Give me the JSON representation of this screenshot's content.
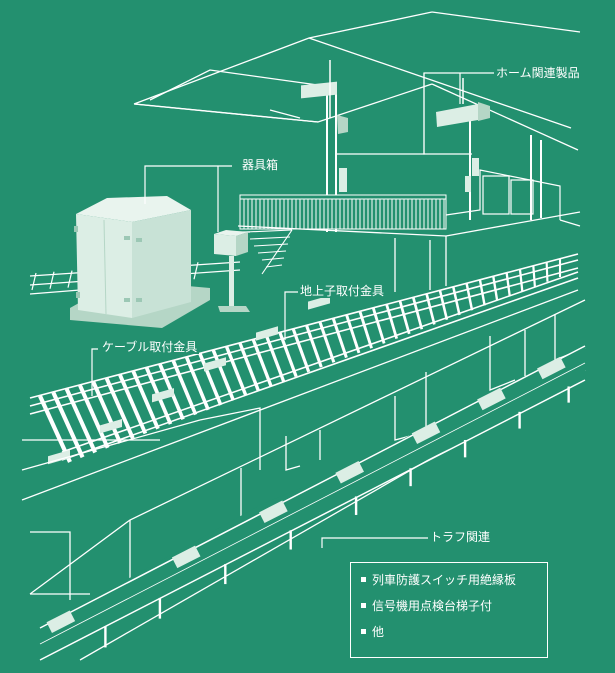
{
  "labels": {
    "platform_products": "ホーム関連製品",
    "equipment_box": "器具箱",
    "ground_terminal_bracket": "地上子取付金具",
    "cable_bracket": "ケーブル取付金具",
    "trough": "トラフ関連"
  },
  "legend": {
    "items": [
      "列車防護スイッチ用絶縁板",
      "信号機用点検台梯子付",
      "他"
    ]
  },
  "colors": {
    "background": "#23906f",
    "line": "#ffffff",
    "fill_light": "#dceee5",
    "fill_mid": "#b5d6c6"
  }
}
